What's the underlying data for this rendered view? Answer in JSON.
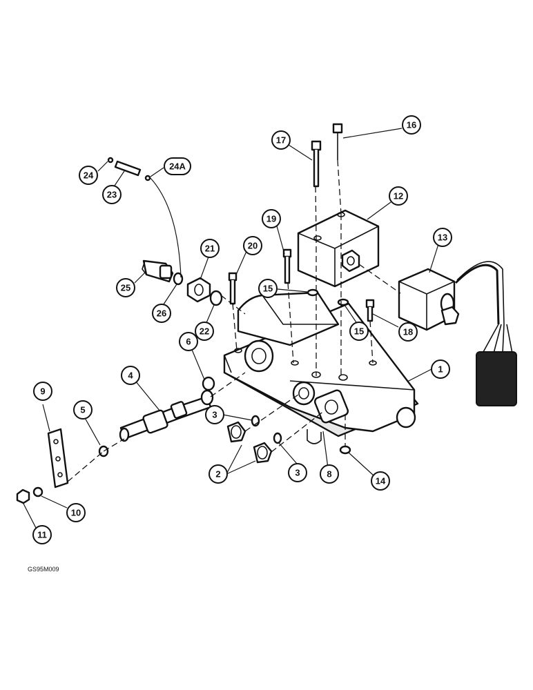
{
  "callouts": [
    {
      "label": "1"
    },
    {
      "label": "2"
    },
    {
      "label": "3"
    },
    {
      "label": "3"
    },
    {
      "label": "4"
    },
    {
      "label": "5"
    },
    {
      "label": "6"
    },
    {
      "label": "8"
    },
    {
      "label": "9"
    },
    {
      "label": "10"
    },
    {
      "label": "11"
    },
    {
      "label": "12"
    },
    {
      "label": "13"
    },
    {
      "label": "14"
    },
    {
      "label": "15"
    },
    {
      "label": "15"
    },
    {
      "label": "16"
    },
    {
      "label": "17"
    },
    {
      "label": "18"
    },
    {
      "label": "19"
    },
    {
      "label": "20"
    },
    {
      "label": "21"
    },
    {
      "label": "22"
    },
    {
      "label": "23"
    },
    {
      "label": "24"
    },
    {
      "label": "24A"
    },
    {
      "label": "25"
    },
    {
      "label": "26"
    }
  ],
  "drawing_code": "GS95M009"
}
